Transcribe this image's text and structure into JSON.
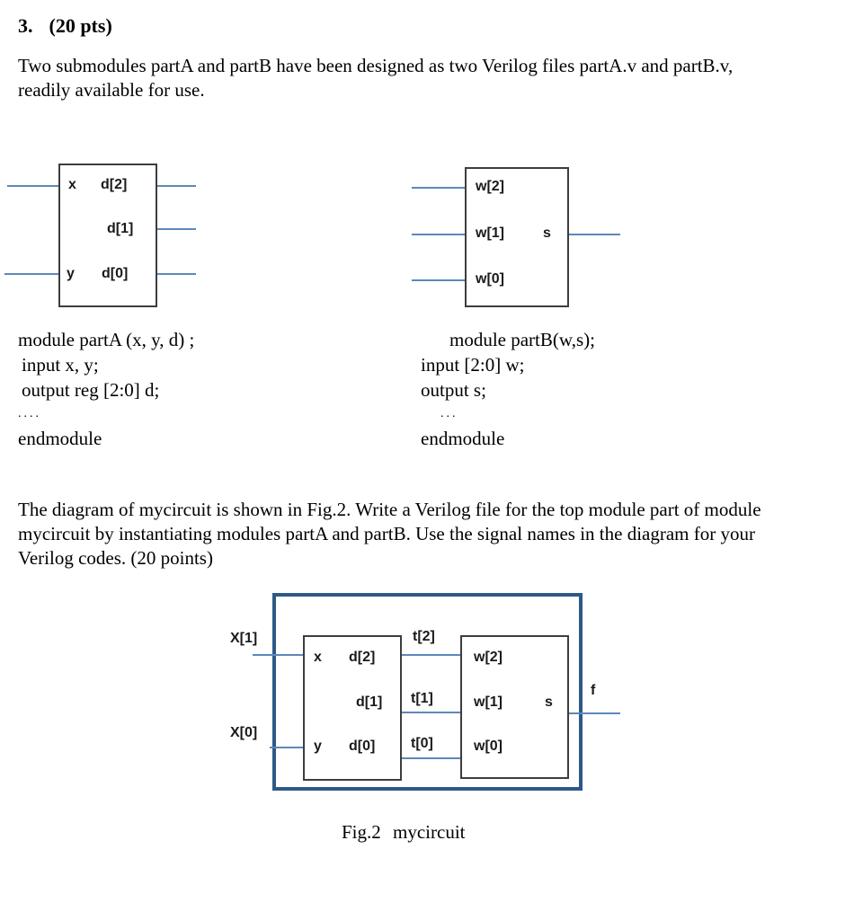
{
  "page": {
    "problem_number": "3.",
    "points": "(20 pts)",
    "intro": "Two submodules partA and partB have been designed as two Verilog files partA.v and partB.v, readily available for use.",
    "question": "The diagram of mycircuit is shown in Fig.2. Write a Verilog file for the top module part of module mycircuit by instantiating modules partA and partB. Use the signal names in the diagram for your Verilog codes. (20 points)"
  },
  "partA": {
    "labels": {
      "x": "x",
      "y": "y",
      "d2": "d[2]",
      "d1": "d[1]",
      "d0": "d[0]"
    },
    "code": [
      "module partA (x, y, d) ;",
      "input x, y;",
      "output reg [2:0] d;",
      "....",
      "endmodule"
    ]
  },
  "partB": {
    "labels": {
      "w2": "w[2]",
      "w1": "w[1]",
      "w0": "w[0]",
      "s": "s"
    },
    "code": [
      "module partB(w,s);",
      "input [2:0] w;",
      "output s;",
      "...",
      "endmodule"
    ]
  },
  "fig2": {
    "input_x1": "X[1]",
    "input_x0": "X[0]",
    "net_t2": "t[2]",
    "net_t1": "t[1]",
    "net_t0": "t[0]",
    "output_f": "f",
    "partA_labels": {
      "x": "x",
      "y": "y",
      "d2": "d[2]",
      "d1": "d[1]",
      "d0": "d[0]"
    },
    "partB_labels": {
      "w2": "w[2]",
      "w1": "w[1]",
      "w0": "w[0]",
      "s": "s"
    },
    "caption": "Fig.2 mycircuit"
  },
  "colors": {
    "wire": "#5c88ba",
    "mycircuit_border": "#2d5986",
    "module_border": "#3d3d3d"
  }
}
